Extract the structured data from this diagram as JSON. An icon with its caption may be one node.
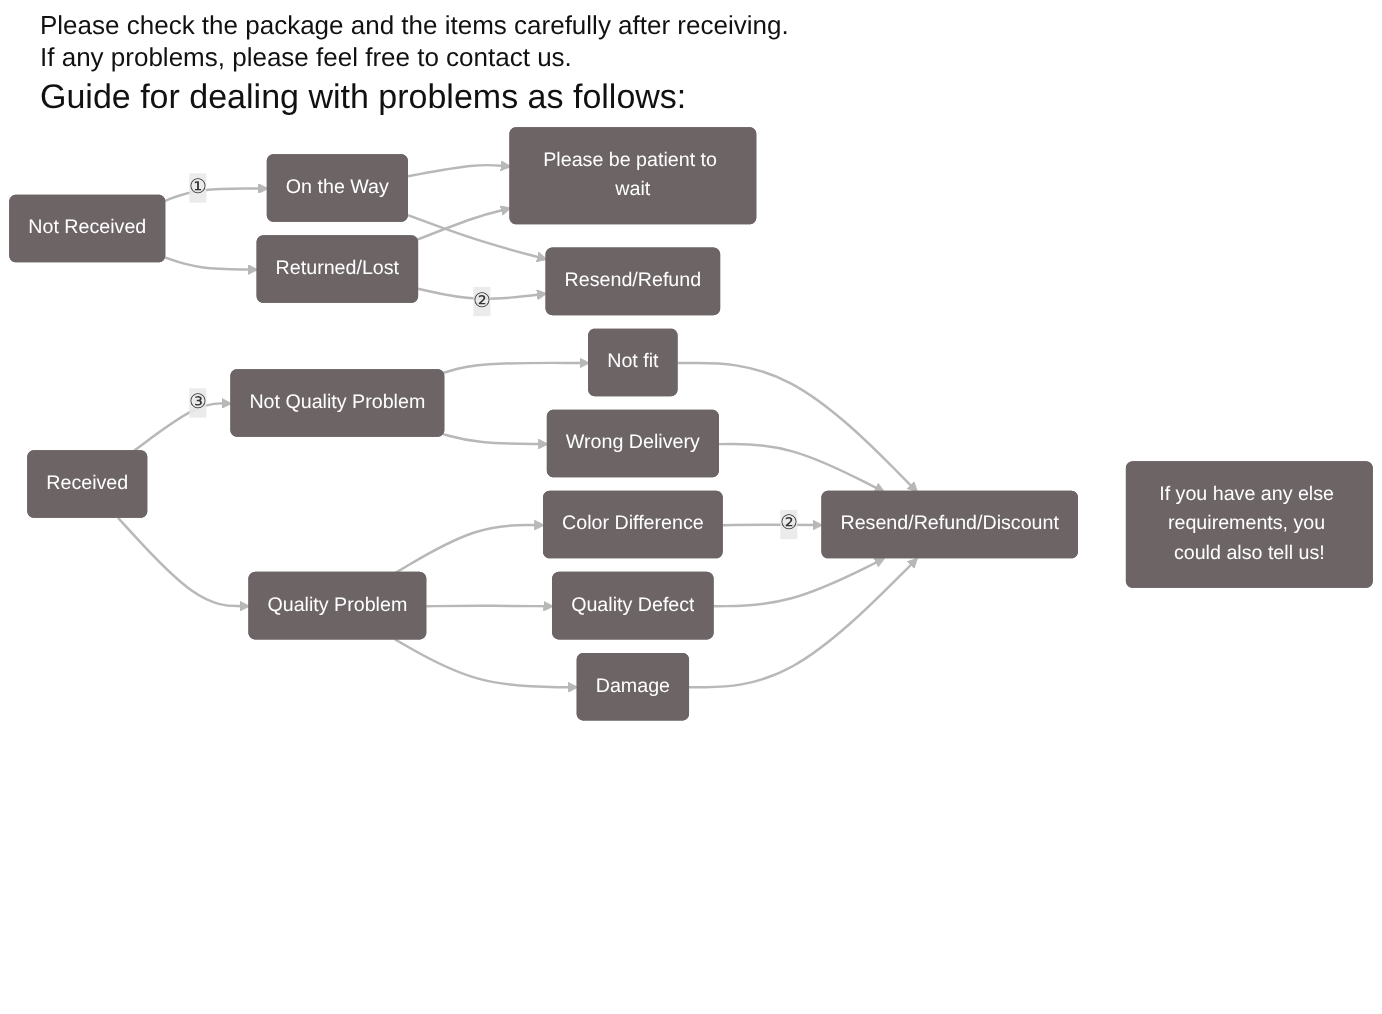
{
  "diagram": {
    "title": "Guide for dealing with problems as follows:",
    "labels": [
      "Please check the package and the items carefully after receiving.",
      "If any problems, please feel free to contact us."
    ],
    "nodes": [
      {
        "text": [
          "Not Received"
        ]
      },
      {
        "text": [
          "On the Way"
        ]
      },
      {
        "text": [
          "Returned/Lost"
        ]
      },
      {
        "text": [
          "Please be patient to wait"
        ]
      },
      {
        "text": [
          "Resend/Refund"
        ]
      },
      {
        "text": [
          "Received"
        ]
      },
      {
        "text": [
          "Not Quality Problem"
        ]
      },
      {
        "text": [
          "Quality Problem"
        ]
      },
      {
        "text": [
          "Not fit"
        ]
      },
      {
        "text": [
          "Wrong Delivery"
        ]
      },
      {
        "text": [
          "Color Difference"
        ]
      },
      {
        "text": [
          "Quality Defect"
        ]
      },
      {
        "text": [
          "Damage"
        ]
      },
      {
        "text": [
          "Resend/Refund/Discount"
        ]
      },
      {
        "text": [
          "If you have any else requirements, you could also tell us!"
        ]
      }
    ],
    "edges": [
      {
        "from": 0,
        "to": 1,
        "arrow": "to",
        "label": "①"
      },
      {
        "from": 0,
        "to": 2,
        "arrow": "to"
      },
      {
        "from": 1,
        "to": 3,
        "arrow": "to"
      },
      {
        "from": 1,
        "to": 4,
        "arrow": "to"
      },
      {
        "from": 2,
        "to": 3,
        "arrow": "to"
      },
      {
        "from": 2,
        "to": 4,
        "arrow": "to",
        "label": "②"
      },
      {
        "from": 5,
        "to": 6,
        "arrow": "to",
        "label": "③"
      },
      {
        "from": 5,
        "to": 7,
        "arrow": "to"
      },
      {
        "from": 6,
        "to": 8,
        "arrow": "to"
      },
      {
        "from": 6,
        "to": 9,
        "arrow": "to"
      },
      {
        "from": 7,
        "to": 10,
        "arrow": "to"
      },
      {
        "from": 7,
        "to": 11,
        "arrow": "to"
      },
      {
        "from": 7,
        "to": 12,
        "arrow": "to"
      },
      {
        "from": 8,
        "to": 13,
        "arrow": "to"
      },
      {
        "from": 9,
        "to": 13,
        "arrow": "to"
      },
      {
        "from": 10,
        "to": 13,
        "arrow": "to",
        "label": "②"
      },
      {
        "from": 11,
        "to": 13,
        "arrow": "to"
      },
      {
        "from": 12,
        "to": 13,
        "arrow": "to"
      }
    ]
  }
}
